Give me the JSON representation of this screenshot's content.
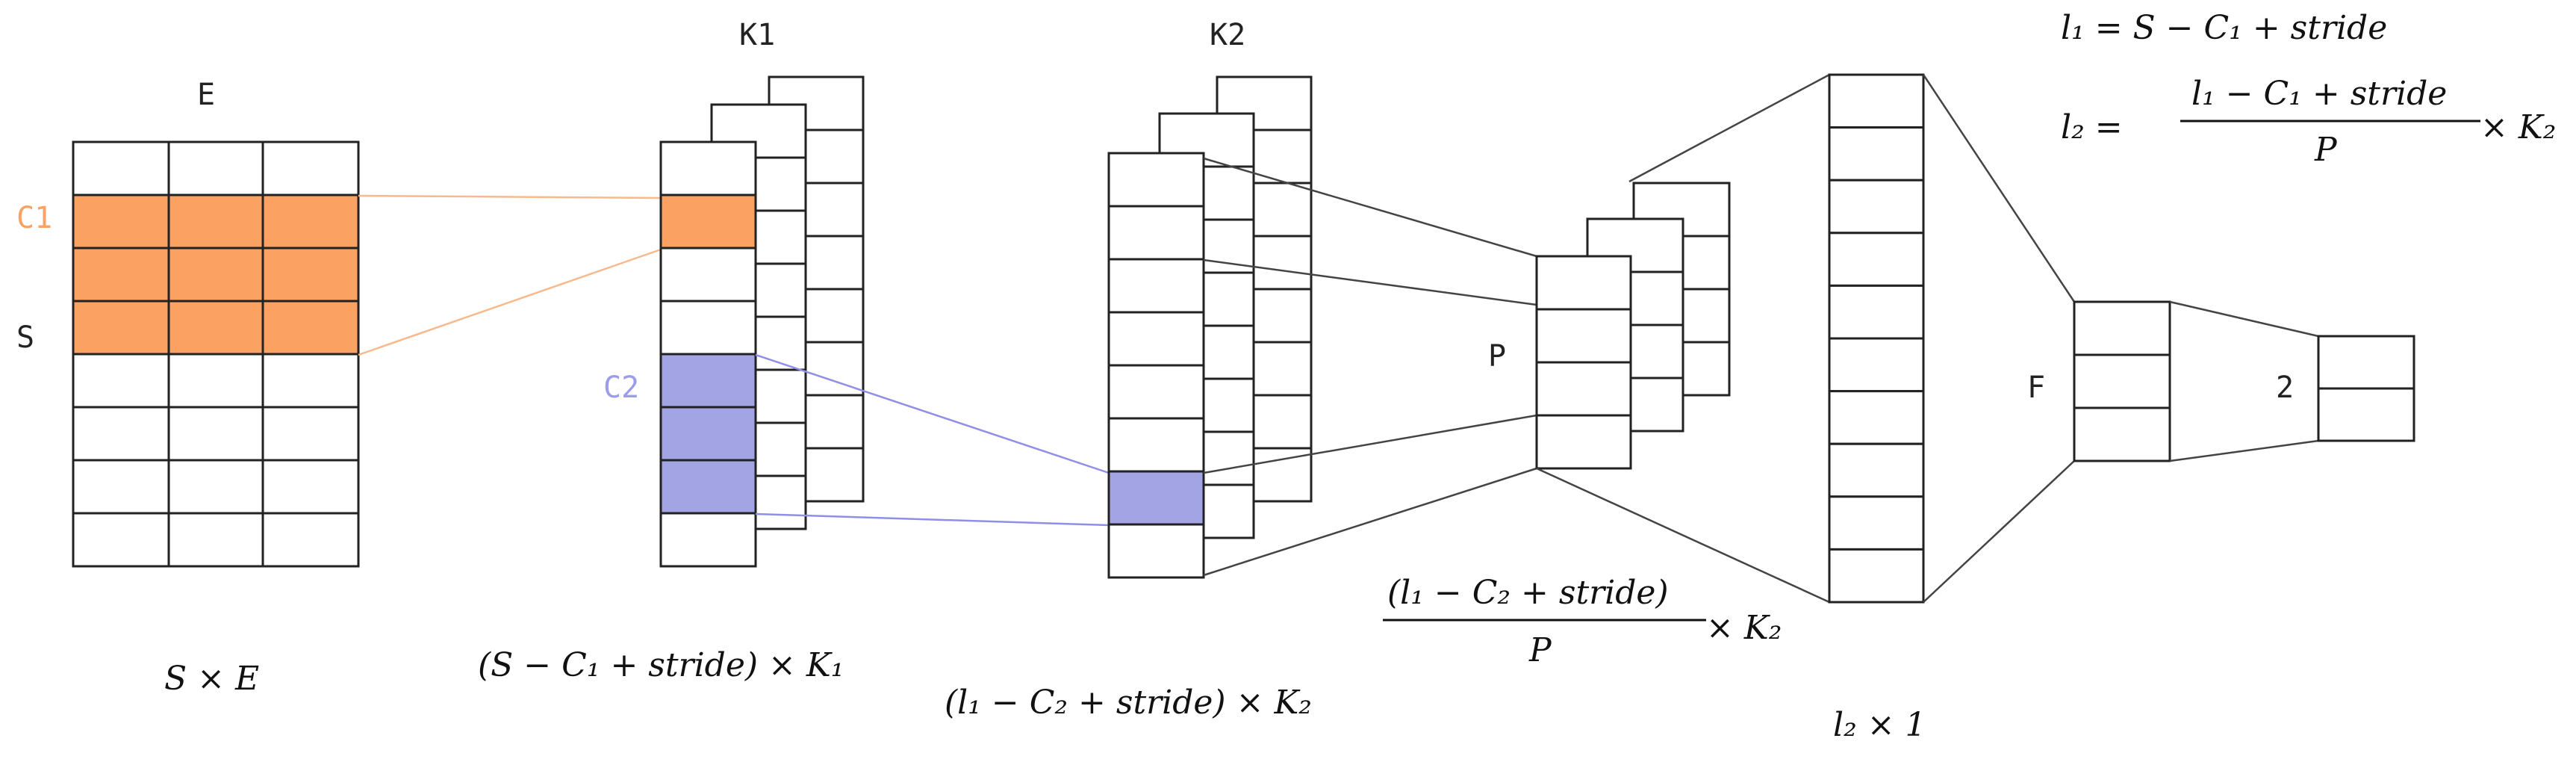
{
  "labels": {
    "E": "E",
    "K1": "K1",
    "K2": "K2",
    "C1": "C1",
    "S": "S",
    "C2": "C2",
    "P": "P",
    "F": "F",
    "two": "2"
  },
  "formulas": {
    "eq1": "l₁ = S − C₁ + stride",
    "eq2_lhs": "l₂ =",
    "eq2_num": "l₁ − C₁ + stride",
    "eq2_den": "P",
    "eq2_mul": "× K₂",
    "dim_e": "S × E",
    "dim_k1": "(S − C₁ + stride) × K₁",
    "dim_k2": "(l₁ − C₂ + stride) × K₂",
    "dim_p_num": "(l₁ − C₂ + stride)",
    "dim_p_den": "P",
    "dim_p_mul": "× K₂",
    "dim_flat": "l₂ × 1"
  },
  "colors": {
    "orange": "#FBA263",
    "orange_line": "#F8B98C",
    "purple": "#A3A4E3",
    "purple_line": "#8F8FE8",
    "stroke": "#222222"
  }
}
